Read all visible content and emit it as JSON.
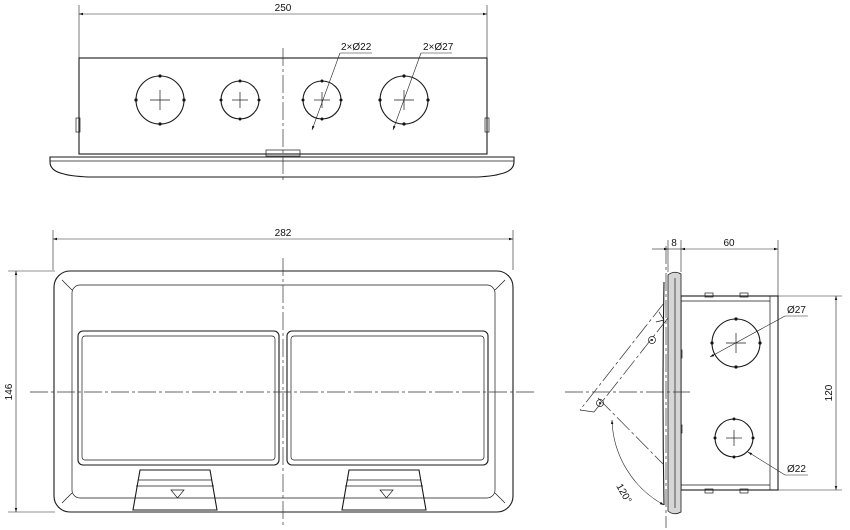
{
  "top_view": {
    "width_label": "250",
    "hole_small_label": "2×Ø22",
    "hole_large_label": "2×Ø27"
  },
  "front_view": {
    "width_label": "282",
    "height_label": "146"
  },
  "side_view": {
    "flange_label": "8",
    "depth_label": "60",
    "height_label": "120",
    "hole_large_label": "Ø27",
    "hole_small_label": "Ø22",
    "angle_label": "120°"
  }
}
